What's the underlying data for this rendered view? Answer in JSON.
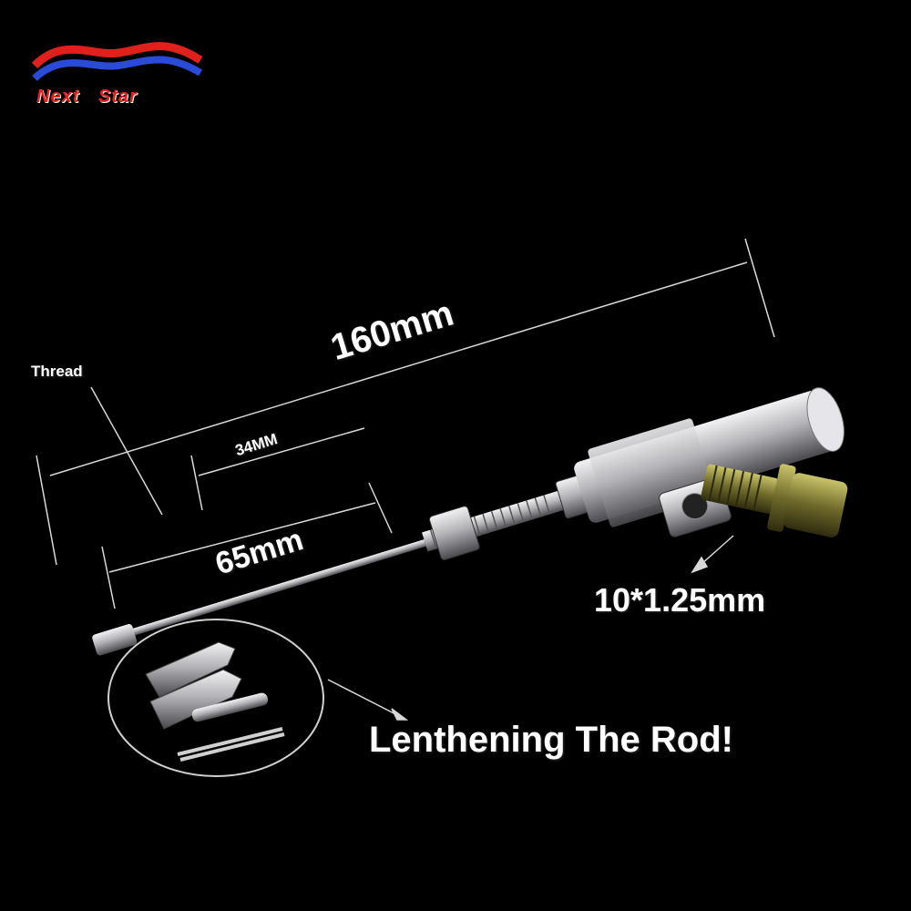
{
  "brand": {
    "name": "Next Star",
    "logo_icon": "red-blue-wave-icon",
    "colors": {
      "red": "#e0201a",
      "blue": "#2a4bd8"
    }
  },
  "labels": {
    "total_length": "160mm",
    "rod_length": "65mm",
    "thread_length": "34MM",
    "thread": "Thread",
    "bolt_size": "10*1.25mm",
    "caption": "Lenthening The Rod!"
  },
  "colors": {
    "background": "#000000",
    "metal": "#b9b9bd",
    "bolt": "#6b6a2c"
  }
}
